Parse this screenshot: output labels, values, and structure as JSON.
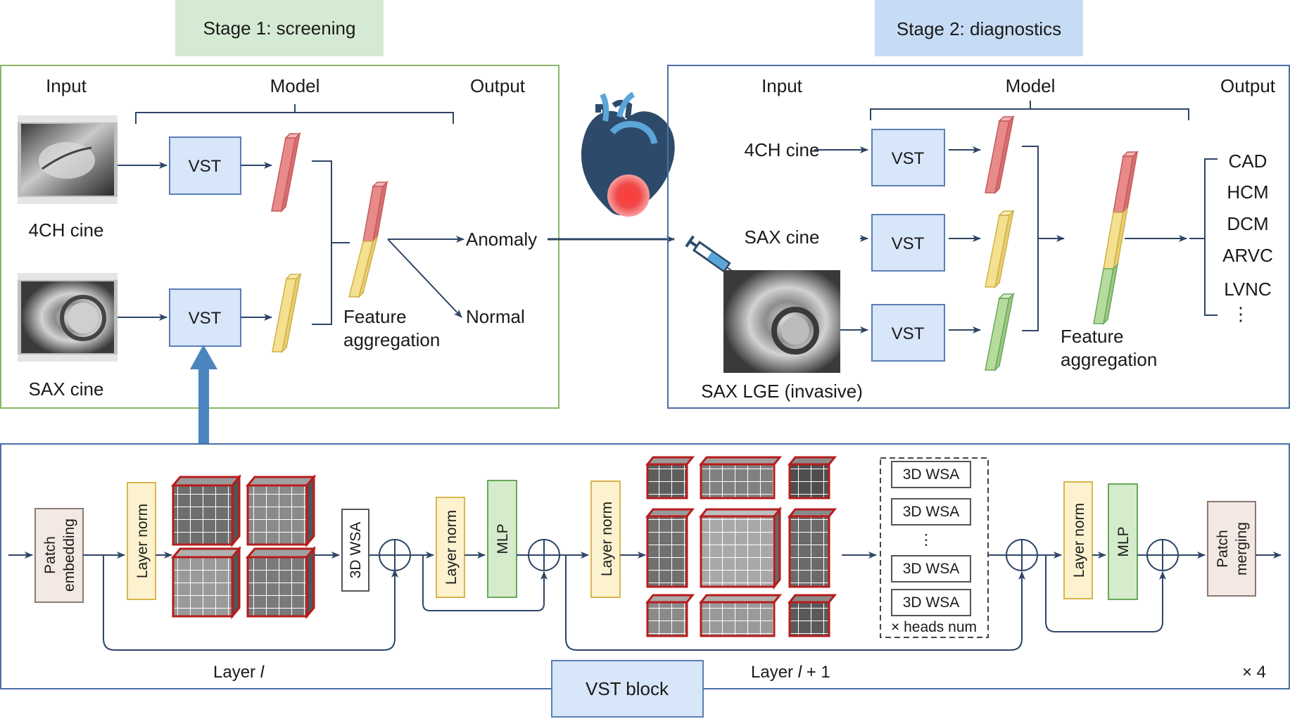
{
  "stage1": {
    "title": "Stage 1: screening",
    "input_label": "Input",
    "model_label": "Model",
    "output_label": "Output",
    "cine_4ch": "4CH cine",
    "cine_sax": "SAX cine",
    "vst": "VST",
    "feature_aggregation": [
      "Feature",
      "aggregation"
    ],
    "outputs": [
      "Anomaly",
      "Normal"
    ]
  },
  "stage2": {
    "title": "Stage 2: diagnostics",
    "input_label": "Input",
    "model_label": "Model",
    "output_label": "Output",
    "inputs": [
      "4CH cine",
      "SAX cine",
      "SAX LGE (invasive)"
    ],
    "vst": "VST",
    "feature_aggregation": [
      "Feature",
      "aggregation"
    ],
    "diagnoses": [
      "CAD",
      "HCM",
      "DCM",
      "ARVC",
      "LVNC",
      "⋮"
    ]
  },
  "vst_block": {
    "title": "VST block",
    "patch_embedding": [
      "Patch",
      "embedding"
    ],
    "layer_norm": "Layer norm",
    "wsa": "3D WSA",
    "mlp": "MLP",
    "heads_list": [
      "3D WSA",
      "3D WSA",
      "⋮",
      "3D WSA",
      "3D WSA"
    ],
    "heads_num": "× heads num",
    "patch_merging": [
      "Patch",
      "merging"
    ],
    "layer_l_prefix": "Layer ",
    "layer_l_var": "l",
    "layer_l1_suffix": " + 1",
    "repeat": "× 4"
  },
  "colors": {
    "stage1_border": "#8db66a",
    "stage1_title_bg": "#d5ead2",
    "stage2_border": "#4a6fa5",
    "stage2_title_bg": "#c6dcf5",
    "vst_fill": "#d7e6f8",
    "vst_stroke": "#5b7fb5",
    "layernorm_fill": "#fcf2cf",
    "layernorm_stroke": "#d9b64b",
    "mlp_fill": "#d4ebcc",
    "mlp_stroke": "#6aa85b",
    "patch_fill": "#f3e8e3",
    "patch_stroke": "#8a7a74",
    "feature_red": "#e88a8a",
    "feature_yellow": "#f5e08f",
    "feature_green": "#b6dc9d",
    "arrow": "#2f4566",
    "big_arrow": "#4a85c0"
  },
  "icons": [
    "heart-icon",
    "syringe-icon",
    "cmr-image-icon"
  ]
}
